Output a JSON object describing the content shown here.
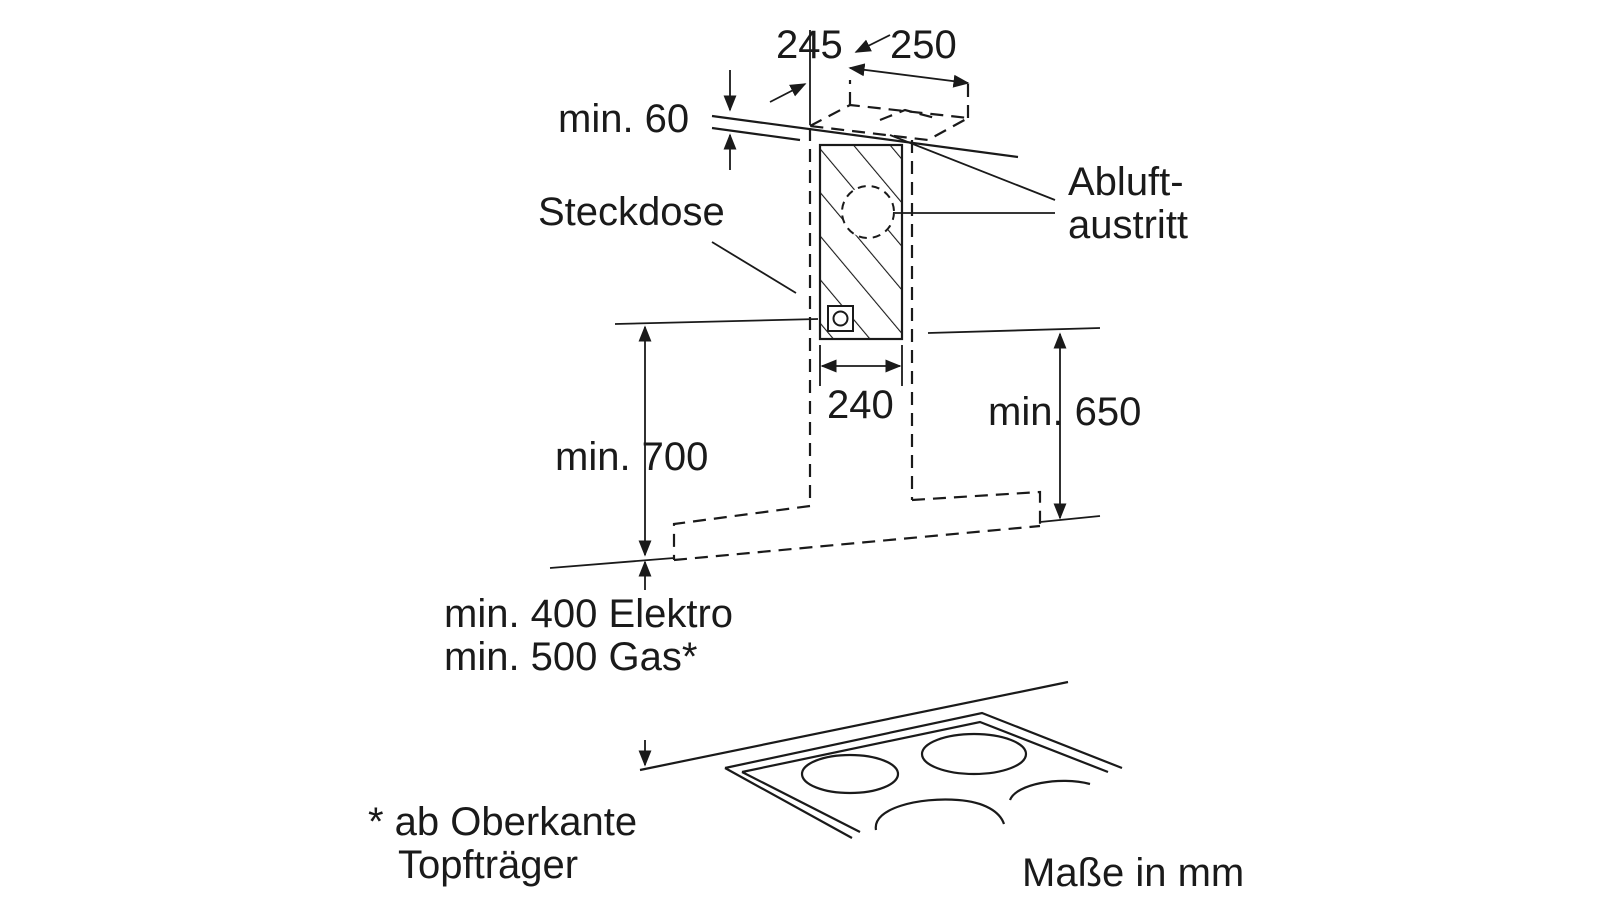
{
  "labels": {
    "dim_245": "245",
    "dim_250": "250",
    "min_60": "min. 60",
    "steckdose": "Steckdose",
    "abluft_line1": "Abluft-",
    "abluft_line2": "austritt",
    "dim_240": "240",
    "min_650": "min. 650",
    "min_700": "min. 700",
    "min_400": "min. 400 Elektro",
    "min_500": "min. 500 Gas*",
    "footnote_line1": "* ab Oberkante",
    "footnote_line2": "Topfträger",
    "units": "Maße in mm"
  },
  "colors": {
    "stroke": "#1a1a1a",
    "background": "#ffffff"
  }
}
